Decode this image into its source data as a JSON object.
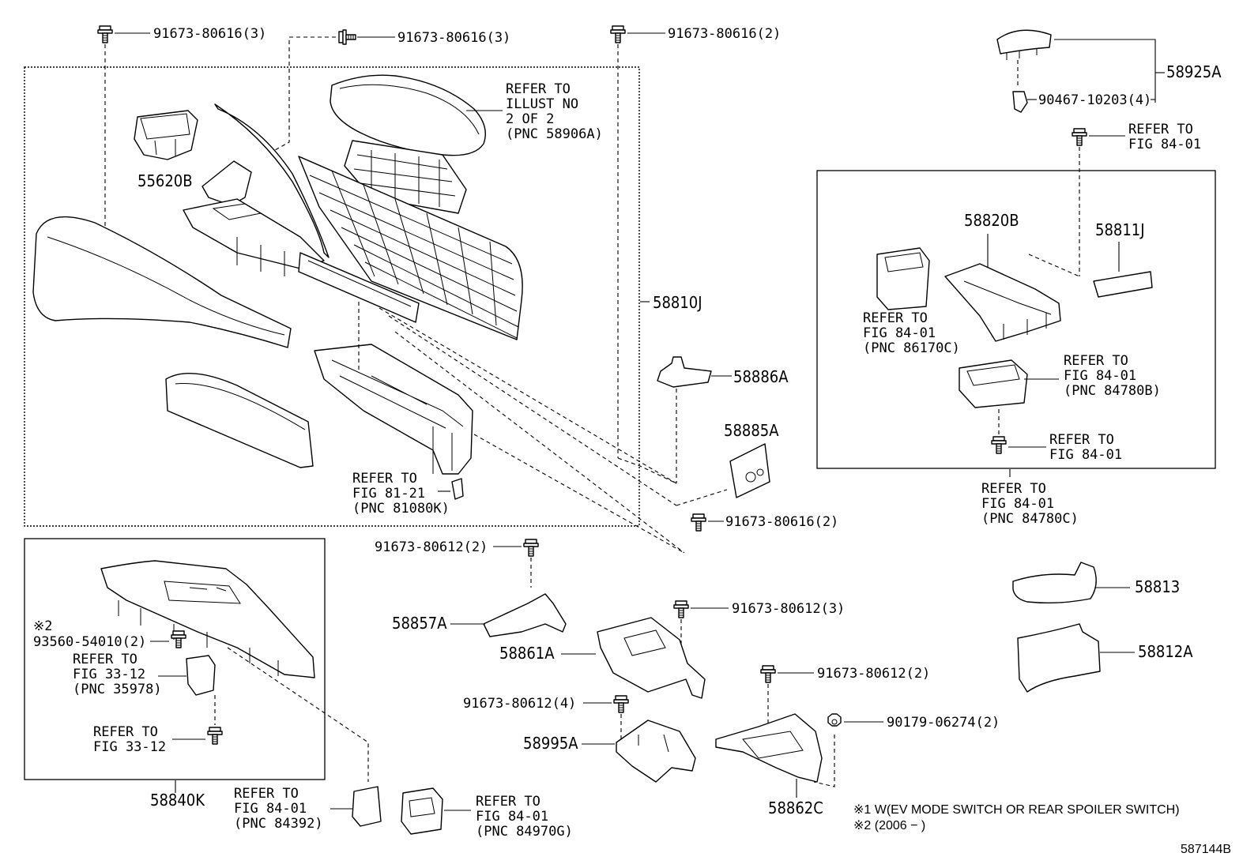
{
  "labels": {
    "b_91673_80616_3a": "91673-80616(3)",
    "b_91673_80616_3b": "91673-80616(3)",
    "b_91673_80616_2a": "91673-80616(2)",
    "b_91673_80616_2b": "91673-80616(2)",
    "b_91673_80612_2a": "91673-80612(2)",
    "b_91673_80612_3": "91673-80612(3)",
    "b_91673_80612_2b": "91673-80612(2)",
    "b_91673_80612_4": "91673-80612(4)",
    "b_90179_06274_2": "90179-06274(2)",
    "b_90467_10203_4": "90467-10203(4)",
    "b_93560_54010_2": "93560-54010(2)",
    "note_ref2": "※2",
    "p_55620B": "55620B",
    "p_58810J": "58810J",
    "p_58886A": "58886A",
    "p_58885A": "58885A",
    "p_58925A": "58925A",
    "p_58820B": "58820B",
    "p_58811J": "58811J",
    "p_58813": "58813",
    "p_58812A": "58812A",
    "p_58857A": "58857A",
    "p_58861A": "58861A",
    "p_58995A": "58995A",
    "p_58862C": "58862C",
    "p_58840K": "58840K",
    "ref_58906A": [
      "REFER TO",
      "ILLUST NO",
      "2 OF 2",
      "(PNC 58906A)"
    ],
    "ref_81080K": [
      "REFER TO",
      "FIG 81-21",
      "(PNC 81080K)"
    ],
    "ref_top_right": [
      "REFER TO",
      "FIG 84-01"
    ],
    "ref_86170C": [
      "REFER TO",
      "FIG 84-01",
      "(PNC 86170C)"
    ],
    "ref_84780B": [
      "REFER TO",
      "FIG 84-01",
      "(PNC 84780B)"
    ],
    "ref_bolt_right": [
      "REFER TO",
      "FIG 84-01"
    ],
    "ref_84780C": [
      "REFER TO",
      "FIG 84-01",
      "(PNC 84780C)"
    ],
    "ref_35978": [
      "REFER TO",
      "FIG 33-12",
      "(PNC 35978)"
    ],
    "ref_33_12": [
      "REFER TO",
      "FIG 33-12"
    ],
    "ref_84392": [
      "REFER TO",
      "FIG 84-01",
      "(PNC 84392)"
    ],
    "ref_84970G": [
      "REFER TO",
      "FIG 84-01",
      "(PNC 84970G)"
    ],
    "footnote1": "※1  W(EV MODE SWITCH OR REAR SPOILER SWITCH)",
    "footnote2": "※2 (2006  −      )",
    "figure_id": "587144B"
  }
}
